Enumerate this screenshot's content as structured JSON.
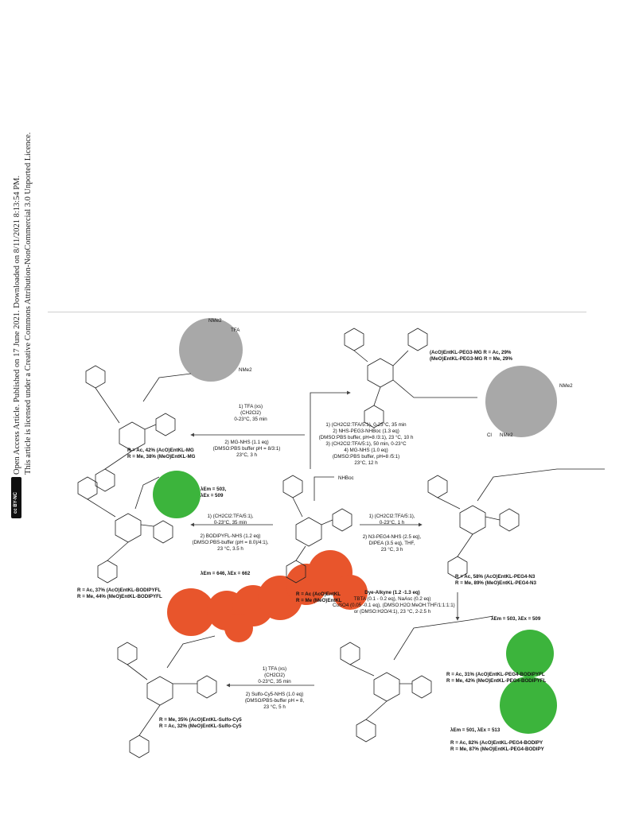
{
  "margin_text": {
    "line1": "Open Access Article. Published on 17 June 2021. Downloaded on 8/11/2021 8:13:54 PM.",
    "line2": "This article is licensed under a Creative Commons Attribution-NonCommercial 3.0 Unported Licence.",
    "badge": "cc BY-NC"
  },
  "center": {
    "labels": [
      "R = Ac  (AcO)EntKL",
      "R = Me  (MeO)EntKL"
    ],
    "group": "NHBoc"
  },
  "top_left": {
    "conditions": [
      "1) TFA (xs)",
      "(CH2Cl2)",
      "0-23°C, 35 min",
      "2) MG-NHS (1.1 eq)",
      "(DMSO:PBS buffer pH = 8/3:1)",
      "23°C, 3 h"
    ],
    "products": [
      "R = Ac, 42%  (AcO)EntKL-MG",
      "R = Me, 38%  (MeO)EntKL-MG"
    ],
    "labels": [
      "NMe2",
      "TFA",
      "NMe2"
    ]
  },
  "top_right": {
    "conditions": [
      "1) (CH2Cl2:TFA/5:1), 0-23°C, 35 min",
      "2) NHS-PEG3-NHBoc (1.3 eq)",
      "(DMSO:PBS buffer, pH=8 /3:1), 23 °C, 10 h",
      "3) (CH2Cl2:TFA/5:1), 50 min, 0-23°C",
      "4) MG-NHS (1.0 eq)",
      "(DMSO:PBS buffer, pH=8 /5:1)",
      "23°C, 12 h"
    ],
    "products": [
      "(AcO)EntKL-PEG3-MG  R = Ac, 29%",
      "(MeO)EntKL-PEG3-MG  R = Me, 29%"
    ],
    "labels": [
      "NMe2",
      "NMe2",
      "Cl"
    ]
  },
  "mid_left": {
    "conditions": [
      "1) (CH2Cl2:TFA/5:1),",
      "0-23°C, 35 min",
      "2) BODIPYFL-NHS  (1.2 eq)",
      "(DMSO:PBS-buffer (pH = 8.0)/4:1),",
      "23 °C, 3.5 h"
    ],
    "products": [
      "R = Ac, 37%  (AcO)EntKL-BODIPYFL",
      "R = Me, 44%  (MeO)EntKL-BODIPYFL"
    ],
    "wavelengths": [
      "λEm = 503,",
      "λEx = 509"
    ]
  },
  "mid_right": {
    "conditions": [
      "1) (CH2Cl2:TFA/5:1),",
      "0-23°C, 1 h",
      "2) N3-PEG4-NHS (2.5 eq),",
      "DIPEA (3.5 eq), THF,",
      "23 °C, 3 h"
    ],
    "products": [
      "R = Ac, 58%  (AcO)EntKL-PEG4-N3",
      "R = Me, 89%  (MeO)EntKL-PEG4-N3"
    ]
  },
  "bottom_left": {
    "conditions": [
      "1) TFA (xs)",
      "(CH2Cl2)",
      "0-23°C, 35 min",
      "2) Sulfo-Cy5-NHS (1.0 eq)",
      "(DMSO/PBS-buffer pH = 8,",
      "23 °C, 5 h"
    ],
    "products": [
      "R = Me, 35%  (AcO)EntKL-Sulfo-Cy5",
      "R = Ac, 32%  (MeO)EntKL-Sulfo-Cy5"
    ],
    "wavelengths": "λEm = 646, λEx = 662"
  },
  "bottom_right": {
    "conditions": [
      "Dye-Alkyne (1.2 -1.3 eq)",
      "TBTA (0.1 - 0.2 eq), NaAsc (0.2 eq)",
      "CuSO4 (0.05 -0.1 eq), (DMSO:H2O:MeOH:THF/1:1:1:1)",
      "or (DMSO:H2O/4:1), 23 °C, 2-2.5 h"
    ],
    "bodipy_fl_wl": "λEm = 503, λEx = 509",
    "products_fl": [
      "R = Ac, 31%  (AcO)EntKL-PEG4-BODIPYFL",
      "R = Me, 42%  (MeO)EntKL-PEG4-BODIPYFL"
    ],
    "bodipy_wl": "λEm = 501, λEx = 513",
    "products": [
      "R = Ac, 82%  (AcO)EntKL-PEG4-BODIPY",
      "R = Me, 87%  (MeO)EntKL-PEG4-BODIPY"
    ]
  },
  "colors": {
    "mg": "#a8a8a8",
    "bodipy": "#3cb43c",
    "cy5": "#e8552c"
  }
}
